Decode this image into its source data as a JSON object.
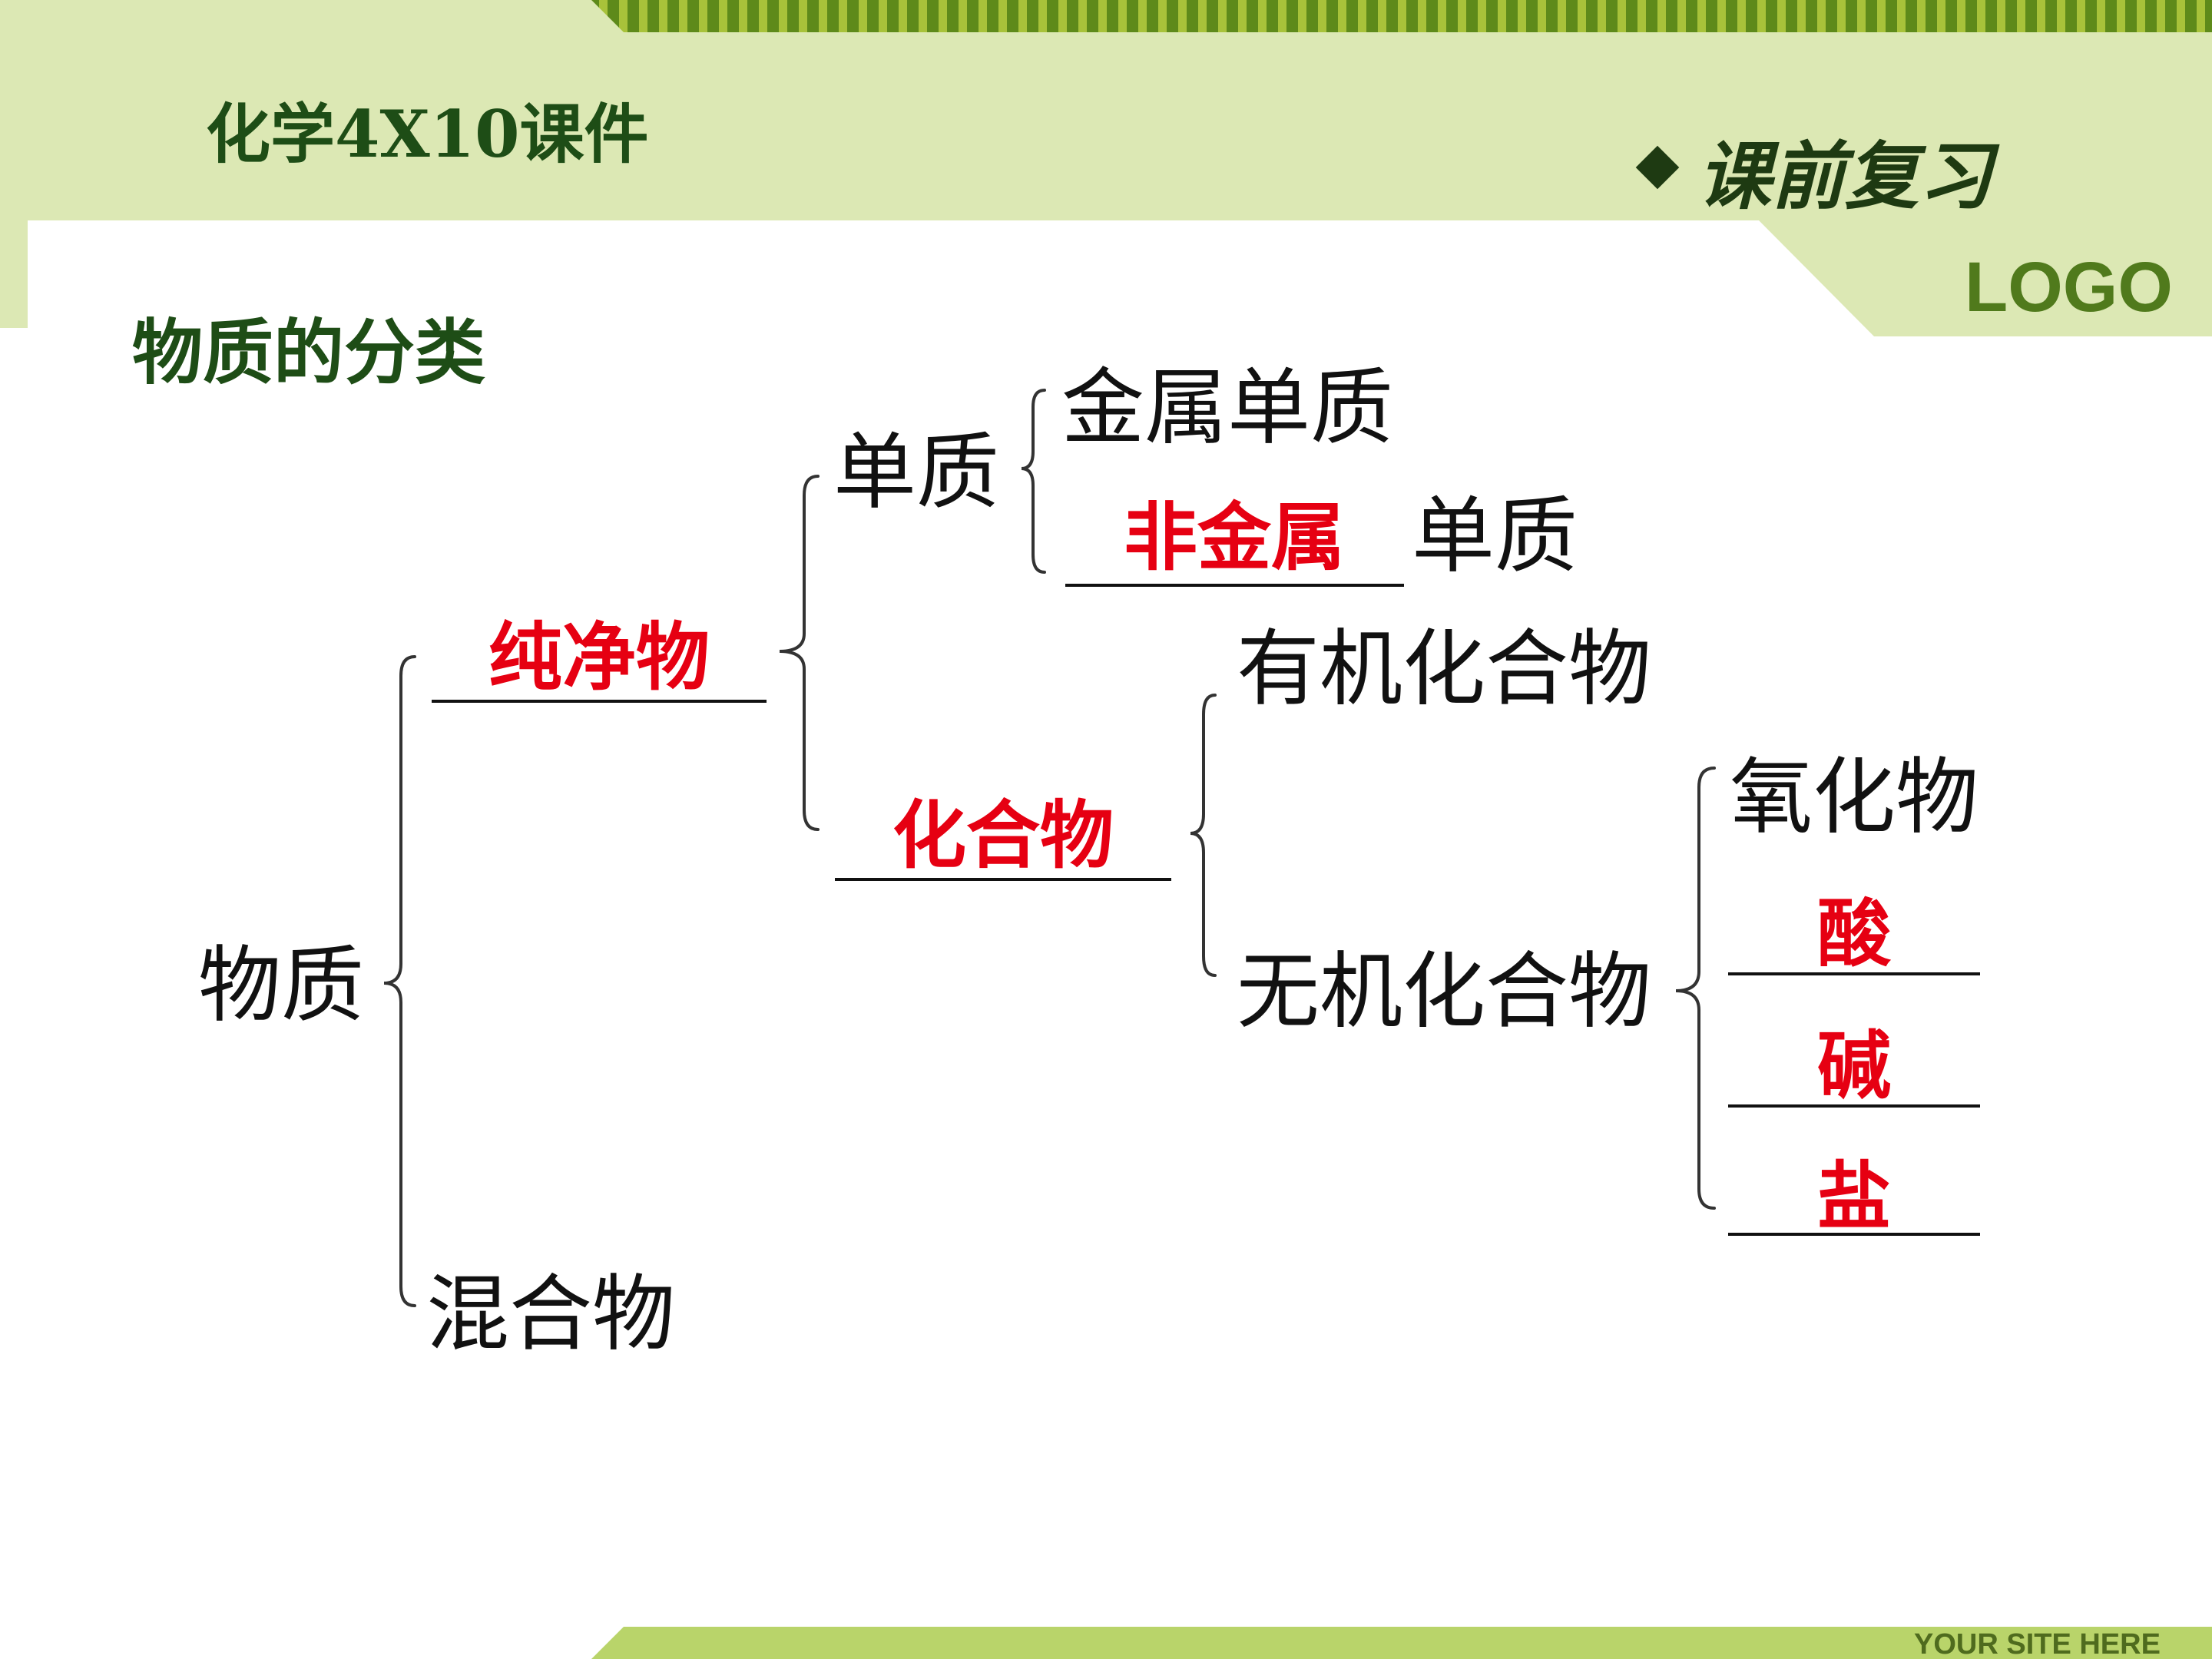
{
  "header": {
    "title": "化学4X10课件",
    "badge": "课前复习",
    "logo": "LOGO"
  },
  "footer": {
    "site": "YOUR SITE HERE"
  },
  "section_title": "物质的分类",
  "tree": {
    "root": "物质",
    "pure": "纯净物",
    "mixture": "混合物",
    "element": "单质",
    "metal_element": "金属单质",
    "nonmetal_blank": "非金属",
    "nonmetal_suffix": "单质",
    "compound": "化合物",
    "organic": "有机化合物",
    "inorganic": "无机化合物",
    "oxide": "氧化物",
    "acid": "酸",
    "base": "碱",
    "salt": "盐"
  },
  "colors": {
    "header_bg": "#dce8b4",
    "dark_green": "#1e4d16",
    "answer_red": "#e60012",
    "bar_green": "#8aa62a"
  }
}
